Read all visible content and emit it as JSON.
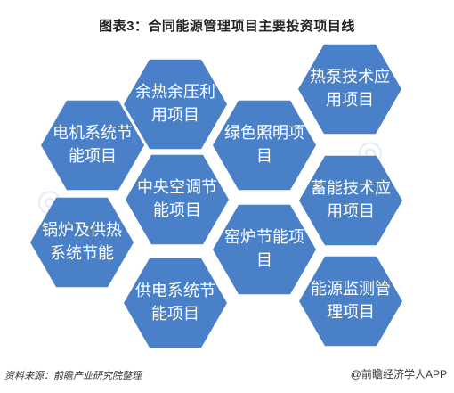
{
  "title": "图表3：合同能源管理项目主要投资项目线",
  "colors": {
    "hex_fill": "#4a80c8",
    "text": "#ffffff"
  },
  "hexagons": [
    {
      "label": "余热余压利用项目"
    },
    {
      "label": "热泵技术应用项目"
    },
    {
      "label": "电机系统节能项目"
    },
    {
      "label": "绿色照明项目"
    },
    {
      "label": "中央空调节能项目"
    },
    {
      "label": "蓄能技术应用项目"
    },
    {
      "label": "锅炉及供热系统节能"
    },
    {
      "label": "窑炉节能项目"
    },
    {
      "label": "供电系统节能项目"
    },
    {
      "label": "能源监测管理项目"
    }
  ],
  "footer": {
    "source": "资料来源：前瞻产业研究院整理",
    "brand": "@前瞻经济学人APP"
  }
}
